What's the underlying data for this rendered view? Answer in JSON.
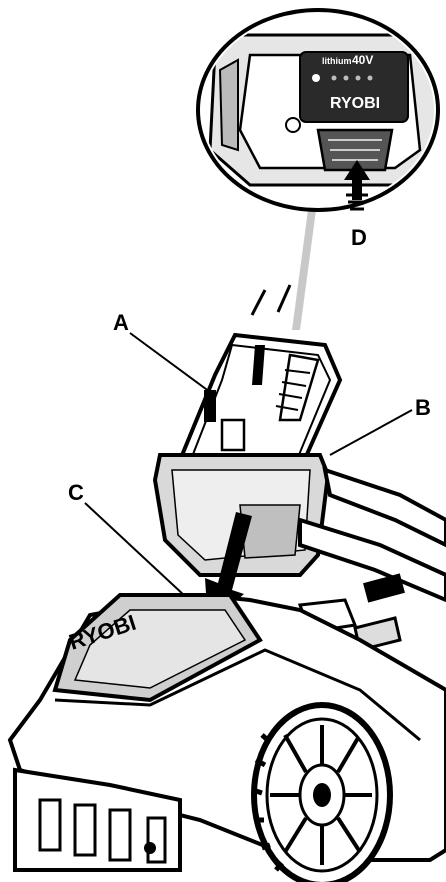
{
  "callouts": {
    "a": "A",
    "b": "B",
    "c": "C",
    "d": "D"
  },
  "battery": {
    "badge_small": "lithium",
    "badge_voltage": "40V",
    "brand": "RYOBI"
  },
  "mower": {
    "brand": "RYOBI"
  },
  "colors": {
    "line": "#000000",
    "fill_light": "#ffffff",
    "tint": "#d9d9d9",
    "dark": "#1a1a1a"
  }
}
